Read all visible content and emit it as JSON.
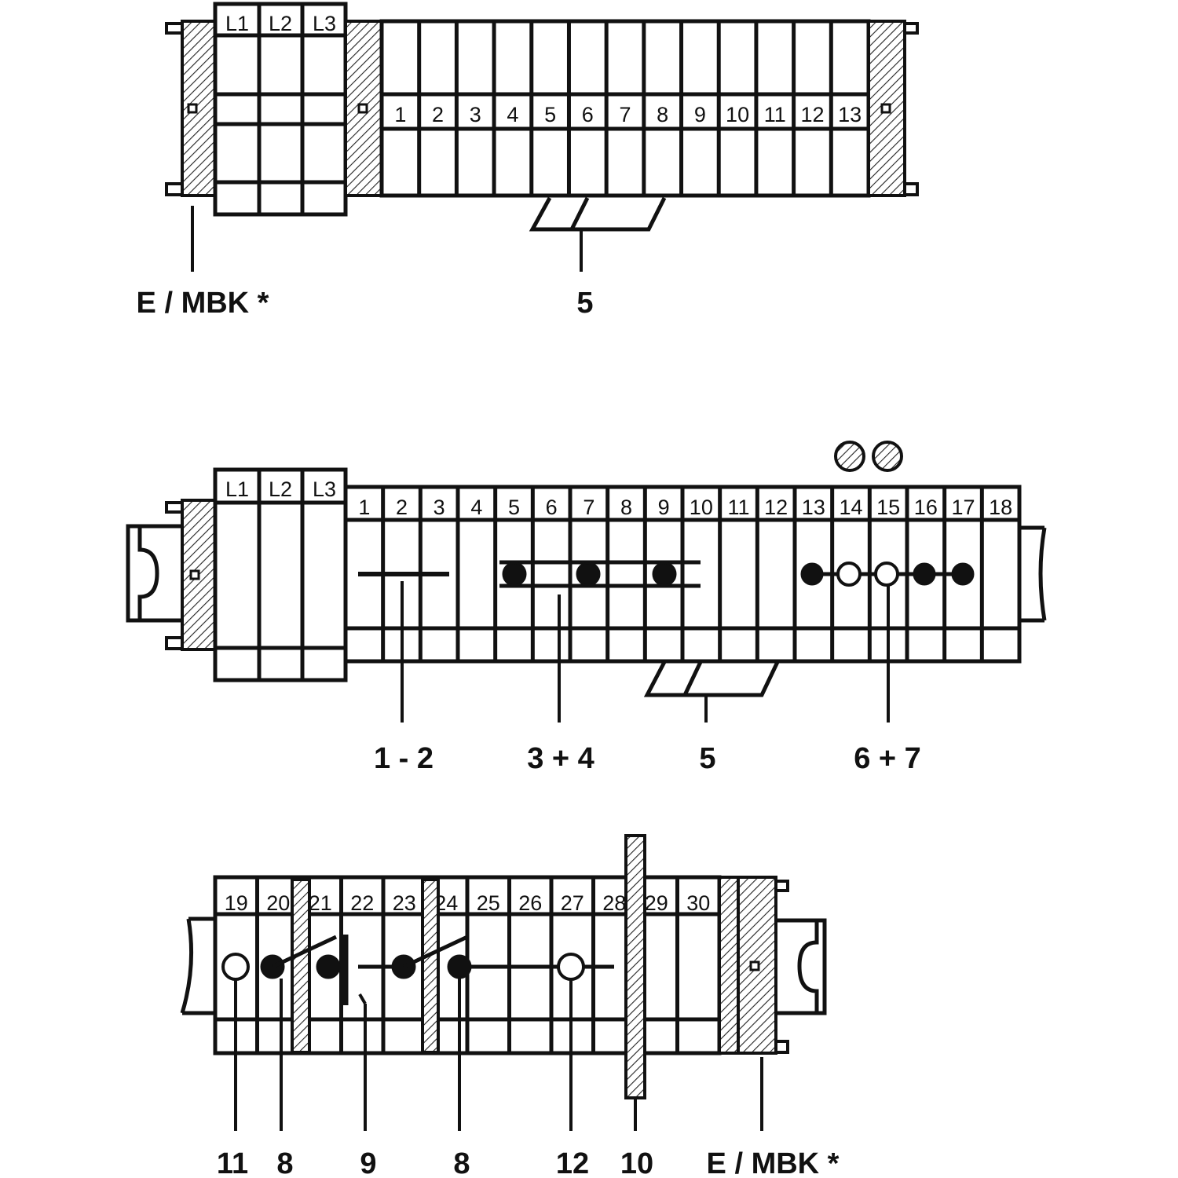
{
  "diagram": {
    "row1": {
      "phase_labels": [
        "L1",
        "L2",
        "L3"
      ],
      "terminal_numbers": [
        "1",
        "2",
        "3",
        "4",
        "5",
        "6",
        "7",
        "8",
        "9",
        "10",
        "11",
        "12",
        "13"
      ],
      "callouts": [
        "E / MBK *",
        "5"
      ]
    },
    "row2": {
      "phase_labels": [
        "L1",
        "L2",
        "L3"
      ],
      "terminal_numbers": [
        "1",
        "2",
        "3",
        "4",
        "5",
        "6",
        "7",
        "8",
        "9",
        "10",
        "11",
        "12",
        "13",
        "14",
        "15",
        "16",
        "17",
        "18"
      ],
      "callouts": [
        "1 - 2",
        "3 + 4",
        "5",
        "6 + 7"
      ]
    },
    "row3": {
      "terminal_numbers": [
        "19",
        "20",
        "21",
        "22",
        "23",
        "24",
        "25",
        "26",
        "27",
        "28",
        "29",
        "30"
      ],
      "callouts": [
        "11",
        "8",
        "9",
        "8",
        "12",
        "10",
        "E / MBK *"
      ]
    }
  }
}
